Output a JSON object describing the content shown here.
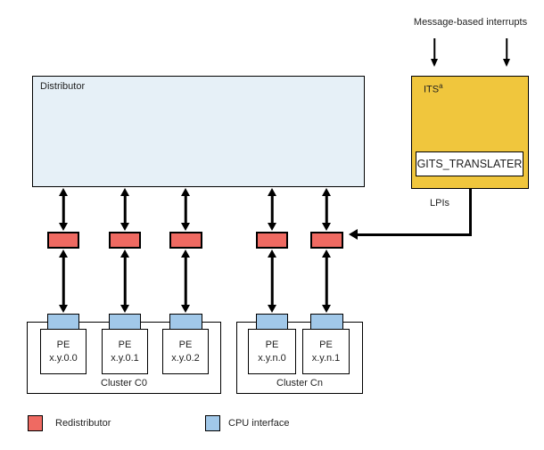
{
  "labels": {
    "message_interrupts": "Message-based interrupts",
    "lpis": "LPIs"
  },
  "distributor": {
    "label": "Distributor"
  },
  "its": {
    "label": "ITS",
    "footnote": "a",
    "register": "GITS_TRANSLATER"
  },
  "redistributor_count": 5,
  "clusters": [
    {
      "label": "Cluster C0",
      "pes": [
        {
          "name": "PE",
          "id": "x.y.0.0"
        },
        {
          "name": "PE",
          "id": "x.y.0.1"
        },
        {
          "name": "PE",
          "id": "x.y.0.2"
        }
      ]
    },
    {
      "label": "Cluster Cn",
      "pes": [
        {
          "name": "PE",
          "id": "x.y.n.0"
        },
        {
          "name": "PE",
          "id": "x.y.n.1"
        }
      ]
    }
  ],
  "legend": {
    "redistributor": "Redistributor",
    "cpu_interface": "CPU interface"
  },
  "colors": {
    "distributor_fill": "#e6f0f7",
    "its_fill": "#f0c63d",
    "redistributor_fill": "#ef6a62",
    "cpu_interface_fill": "#a1c8e9",
    "line": "#000000"
  }
}
